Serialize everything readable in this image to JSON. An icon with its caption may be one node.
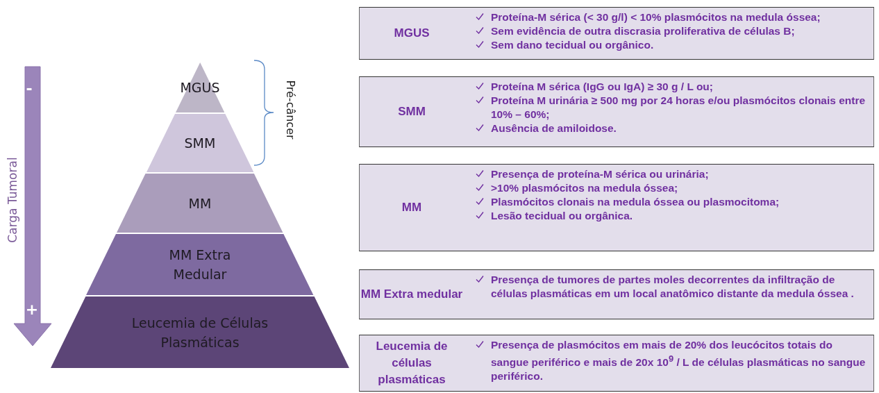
{
  "diagram": {
    "nodes": [
      {
        "text": [
          "MGUS"
        ]
      },
      {
        "text": [
          "SMM"
        ]
      },
      {
        "text": [
          "MM"
        ]
      },
      {
        "text": [
          "MM Extra Medular"
        ]
      },
      {
        "text": [
          "Leucemia de Células Plasmáticas"
        ]
      },
      {
        "text": [
          "MGUS",
          "Proteína-M sérica (< 30 g/l) < 10% plasmócitos na medula óssea;",
          "Sem evidência de outra discrasia proliferativa de células B;",
          "Sem dano tecidual ou orgânico."
        ]
      },
      {
        "text": [
          "SMM",
          "Proteína M sérica (IgG ou IgA) ≥ 30 g / L ou;",
          "Proteína M urinária ≥ 500 mg por 24 horas e/ou plasmócitos clonais entre 10% – 60%;",
          "Ausência de amiloidose."
        ]
      },
      {
        "text": [
          "MM",
          "Presença de proteína-M sérica ou urinária;",
          ">10% plasmócitos na medula óssea;",
          "Plasmócitos clonais na medula óssea ou plasmocitoma;",
          "Lesão tecidual ou orgânica."
        ]
      },
      {
        "text": [
          "MM Extra medular",
          "Presença de tumores de partes moles decorrentes da infiltração de células plasmáticas em um local anatômico distante da medula óssea ."
        ]
      },
      {
        "text": [
          "Leucemia de células plasmáticas",
          "Presença de plasmócitos em mais de 20% dos leucócitos totais do sangue periférico e mais de 20x 10$^{9}$ / L de células plasmáticas no sangue periférico."
        ]
      }
    ],
    "edges": [],
    "labels": [
      "-",
      "Carga Tumoral",
      "+",
      "Pré-câncer"
    ]
  }
}
